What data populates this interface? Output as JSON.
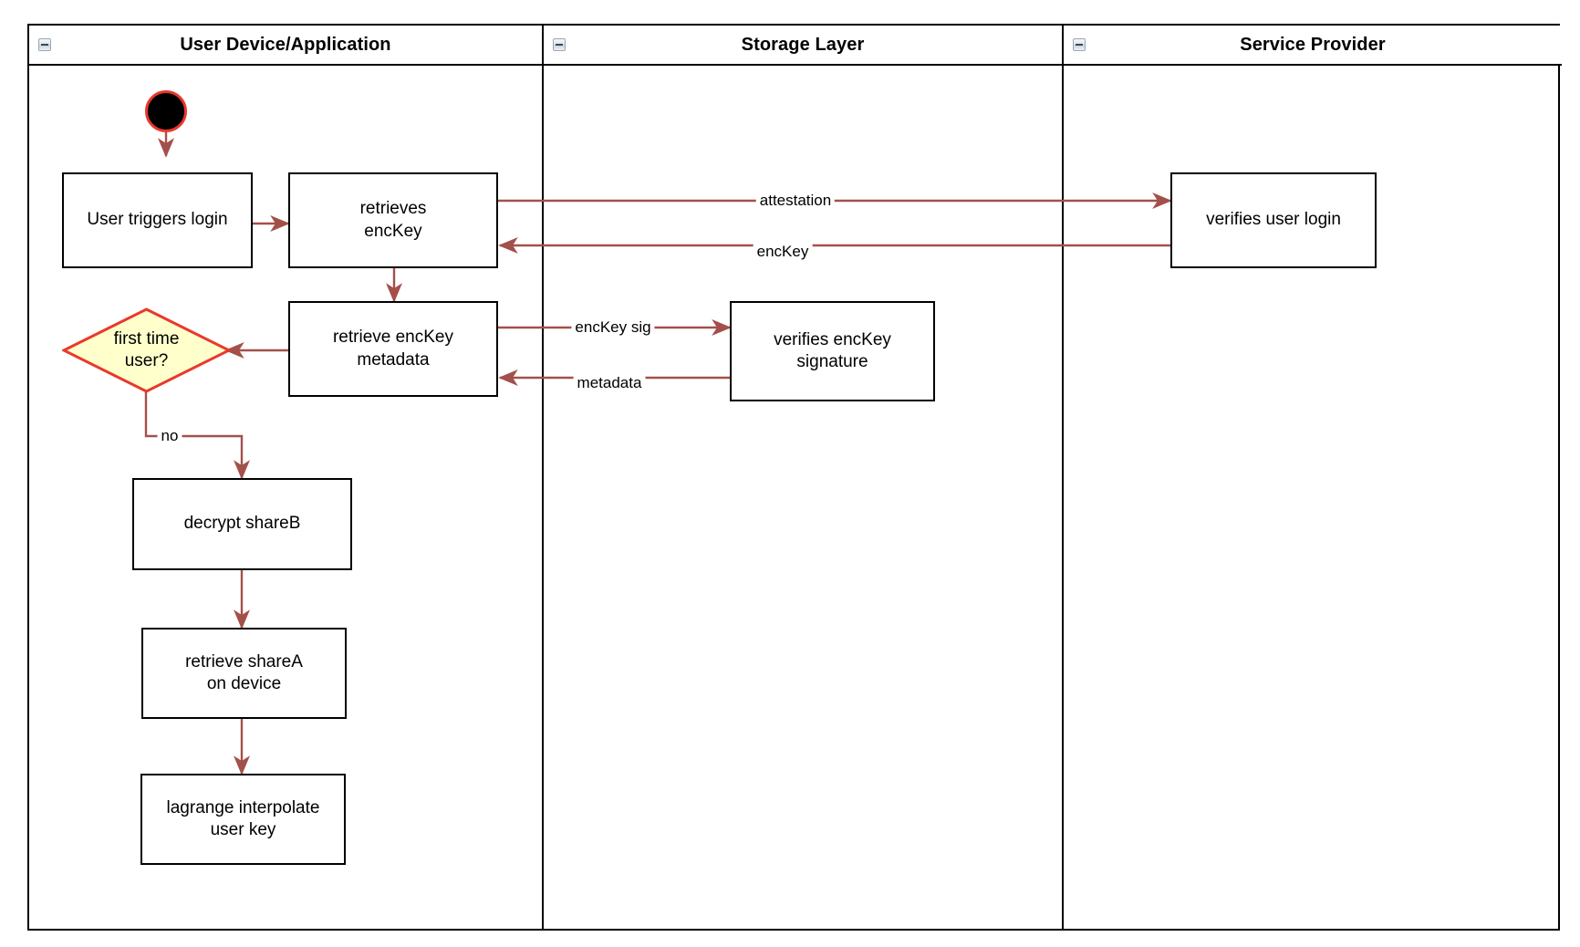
{
  "diagram": {
    "type": "swimlane-activity-diagram",
    "lanes": [
      {
        "id": "user-device",
        "title": "User Device/Application",
        "collapse_icon": "collapse-minus-icon"
      },
      {
        "id": "storage-layer",
        "title": "Storage Layer",
        "collapse_icon": "collapse-minus-icon"
      },
      {
        "id": "service-provider",
        "title": "Service Provider",
        "collapse_icon": "collapse-minus-icon"
      }
    ],
    "nodes": [
      {
        "id": "start",
        "shape": "start-circle",
        "lane": "user-device",
        "label": ""
      },
      {
        "id": "user-triggers-login",
        "shape": "rect",
        "lane": "user-device",
        "label": "User triggers login"
      },
      {
        "id": "retrieves-enckey",
        "shape": "rect",
        "lane": "user-device",
        "label": "retrieves\nencKey"
      },
      {
        "id": "retrieve-enckey-metadata",
        "shape": "rect",
        "lane": "user-device",
        "label": "retrieve encKey\nmetadata"
      },
      {
        "id": "first-time-user",
        "shape": "diamond",
        "lane": "user-device",
        "label": "first time\nuser?"
      },
      {
        "id": "decrypt-shareb",
        "shape": "rect",
        "lane": "user-device",
        "label": "decrypt shareB"
      },
      {
        "id": "retrieve-sharea-on-device",
        "shape": "rect",
        "lane": "user-device",
        "label": "retrieve shareA\non device"
      },
      {
        "id": "lagrange-interpolate-user-key",
        "shape": "rect",
        "lane": "user-device",
        "label": "lagrange interpolate\nuser key"
      },
      {
        "id": "verifies-enckey-signature",
        "shape": "rect",
        "lane": "storage-layer",
        "label": "verifies encKey\nsignature"
      },
      {
        "id": "verifies-user-login",
        "shape": "rect",
        "lane": "service-provider",
        "label": "verifies user login"
      }
    ],
    "edges": [
      {
        "id": "start-to-login",
        "from": "start",
        "to": "user-triggers-login",
        "label": ""
      },
      {
        "id": "login-to-retrieves",
        "from": "user-triggers-login",
        "to": "retrieves-enckey",
        "label": ""
      },
      {
        "id": "retrieves-to-sp",
        "from": "retrieves-enckey",
        "to": "verifies-user-login",
        "label": "attestation"
      },
      {
        "id": "sp-to-retrieves",
        "from": "verifies-user-login",
        "to": "retrieves-enckey",
        "label": "encKey"
      },
      {
        "id": "retrieves-to-metadata",
        "from": "retrieves-enckey",
        "to": "retrieve-enckey-metadata",
        "label": ""
      },
      {
        "id": "metadata-to-verifies-sig",
        "from": "retrieve-enckey-metadata",
        "to": "verifies-enckey-signature",
        "label": "encKey sig"
      },
      {
        "id": "verifies-sig-to-metadata",
        "from": "verifies-enckey-signature",
        "to": "retrieve-enckey-metadata",
        "label": "metadata"
      },
      {
        "id": "metadata-to-decision",
        "from": "retrieve-enckey-metadata",
        "to": "first-time-user",
        "label": ""
      },
      {
        "id": "decision-to-decrypt",
        "from": "first-time-user",
        "to": "decrypt-shareb",
        "label": "no"
      },
      {
        "id": "decrypt-to-sharea",
        "from": "decrypt-shareb",
        "to": "retrieve-sharea-on-device",
        "label": ""
      },
      {
        "id": "sharea-to-lagrange",
        "from": "retrieve-sharea-on-device",
        "to": "lagrange-interpolate-user-key",
        "label": ""
      }
    ],
    "colors": {
      "edge": "#a4504a",
      "node_border": "#000000",
      "node_fill": "#ffffff",
      "decision_fill": "#ffffcc",
      "decision_border": "#e8392b",
      "start_fill": "#000000",
      "start_border": "#e8392b",
      "lane_border": "#000000",
      "background": "#ffffff"
    }
  }
}
